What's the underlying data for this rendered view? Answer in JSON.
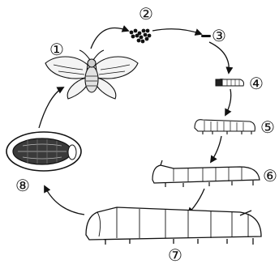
{
  "diagram": {
    "colors": {
      "ink": "#111111",
      "paper": "#ffffff",
      "shade": "#555555"
    },
    "stages": [
      {
        "id": "moth",
        "label": "①"
      },
      {
        "id": "eggs",
        "label": "②"
      },
      {
        "id": "larva-1",
        "label": "③"
      },
      {
        "id": "larva-2",
        "label": "④"
      },
      {
        "id": "larva-3",
        "label": "⑤"
      },
      {
        "id": "larva-4",
        "label": "⑥"
      },
      {
        "id": "larva-5",
        "label": "⑦"
      },
      {
        "id": "cocoon",
        "label": "⑧"
      }
    ]
  }
}
